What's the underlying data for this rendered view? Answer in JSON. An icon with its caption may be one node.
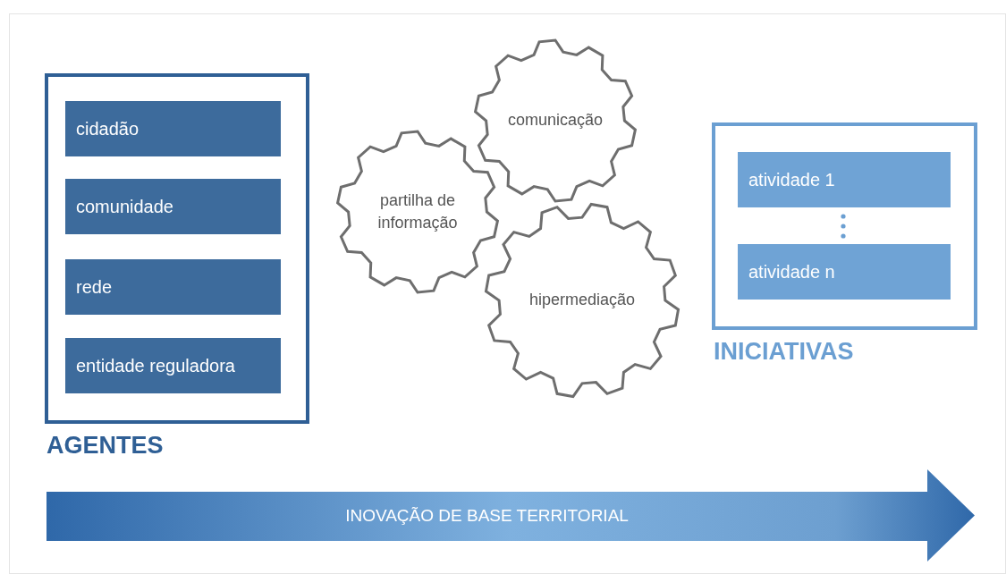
{
  "diagram": {
    "nodes": [
      {
        "text": [
          "AGENTES"
        ]
      },
      {
        "text": [
          "cidadão"
        ],
        "in": 0
      },
      {
        "text": [
          "comunidade"
        ],
        "in": 0
      },
      {
        "text": [
          "rede"
        ],
        "in": 0
      },
      {
        "text": [
          "entidade reguladora"
        ],
        "in": 0
      },
      {
        "text": [
          "partilha de informação"
        ]
      },
      {
        "text": [
          "comunicação"
        ]
      },
      {
        "text": [
          "hipermediação"
        ]
      },
      {
        "text": [
          "INICIATIVAS"
        ]
      },
      {
        "text": [
          "atividade 1"
        ],
        "in": 8
      },
      {
        "text": [
          "atividade n"
        ],
        "in": 8
      },
      {
        "text": [
          "INOVAÇÃO DE BASE TERRITORIAL"
        ]
      }
    ]
  }
}
